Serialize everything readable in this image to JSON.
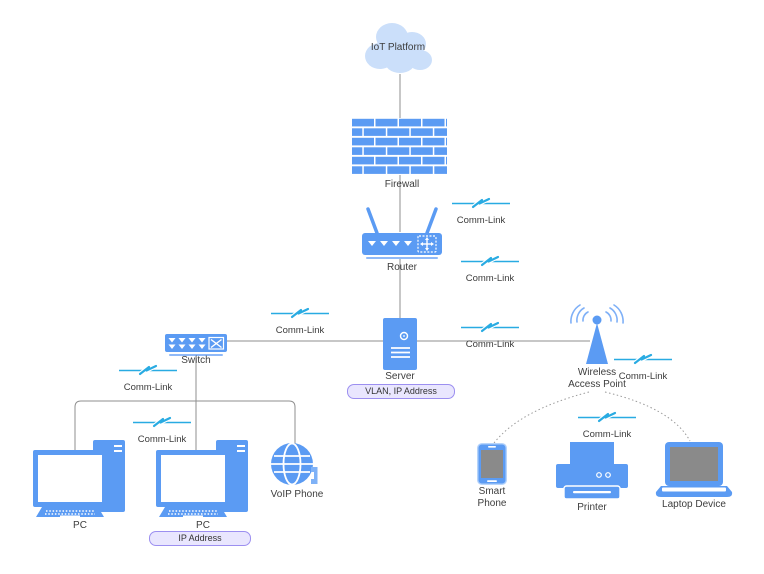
{
  "nodes": {
    "iot_platform": {
      "label": "IoT Platform"
    },
    "firewall": {
      "label": "Firewall"
    },
    "router": {
      "label": "Router"
    },
    "server": {
      "label": "Server"
    },
    "switch": {
      "label": "Switch"
    },
    "wireless_access_point": {
      "label": "Wireless Access Point"
    },
    "pc_left": {
      "label": "PC"
    },
    "pc_center": {
      "label": "PC"
    },
    "voip_phone": {
      "label": "VoIP Phone"
    },
    "smart_phone": {
      "label": "Smart Phone"
    },
    "printer": {
      "label": "Printer"
    },
    "laptop": {
      "label": "Laptop Device"
    }
  },
  "badges": {
    "server": "VLAN, IP Address",
    "pc": "IP Address"
  },
  "comm_links": [
    {
      "label": "Comm-Link"
    },
    {
      "label": "Comm-Link"
    },
    {
      "label": "Comm-Link"
    },
    {
      "label": "Comm-Link"
    },
    {
      "label": "Comm-Link"
    },
    {
      "label": "Comm-Link"
    },
    {
      "label": "Comm-Link"
    },
    {
      "label": "Comm-Link"
    }
  ],
  "colors": {
    "shape_blue": "#5B9BF3",
    "shape_blue_light": "#7FB0F7",
    "cloud_fill": "#CBDFFA",
    "bolt_cyan": "#29ABE2",
    "connector_gray": "#8f8f8f",
    "badge_bg": "#E9E6FE",
    "badge_border": "#9C8FF0",
    "screen_gray": "#8a8a8a"
  }
}
